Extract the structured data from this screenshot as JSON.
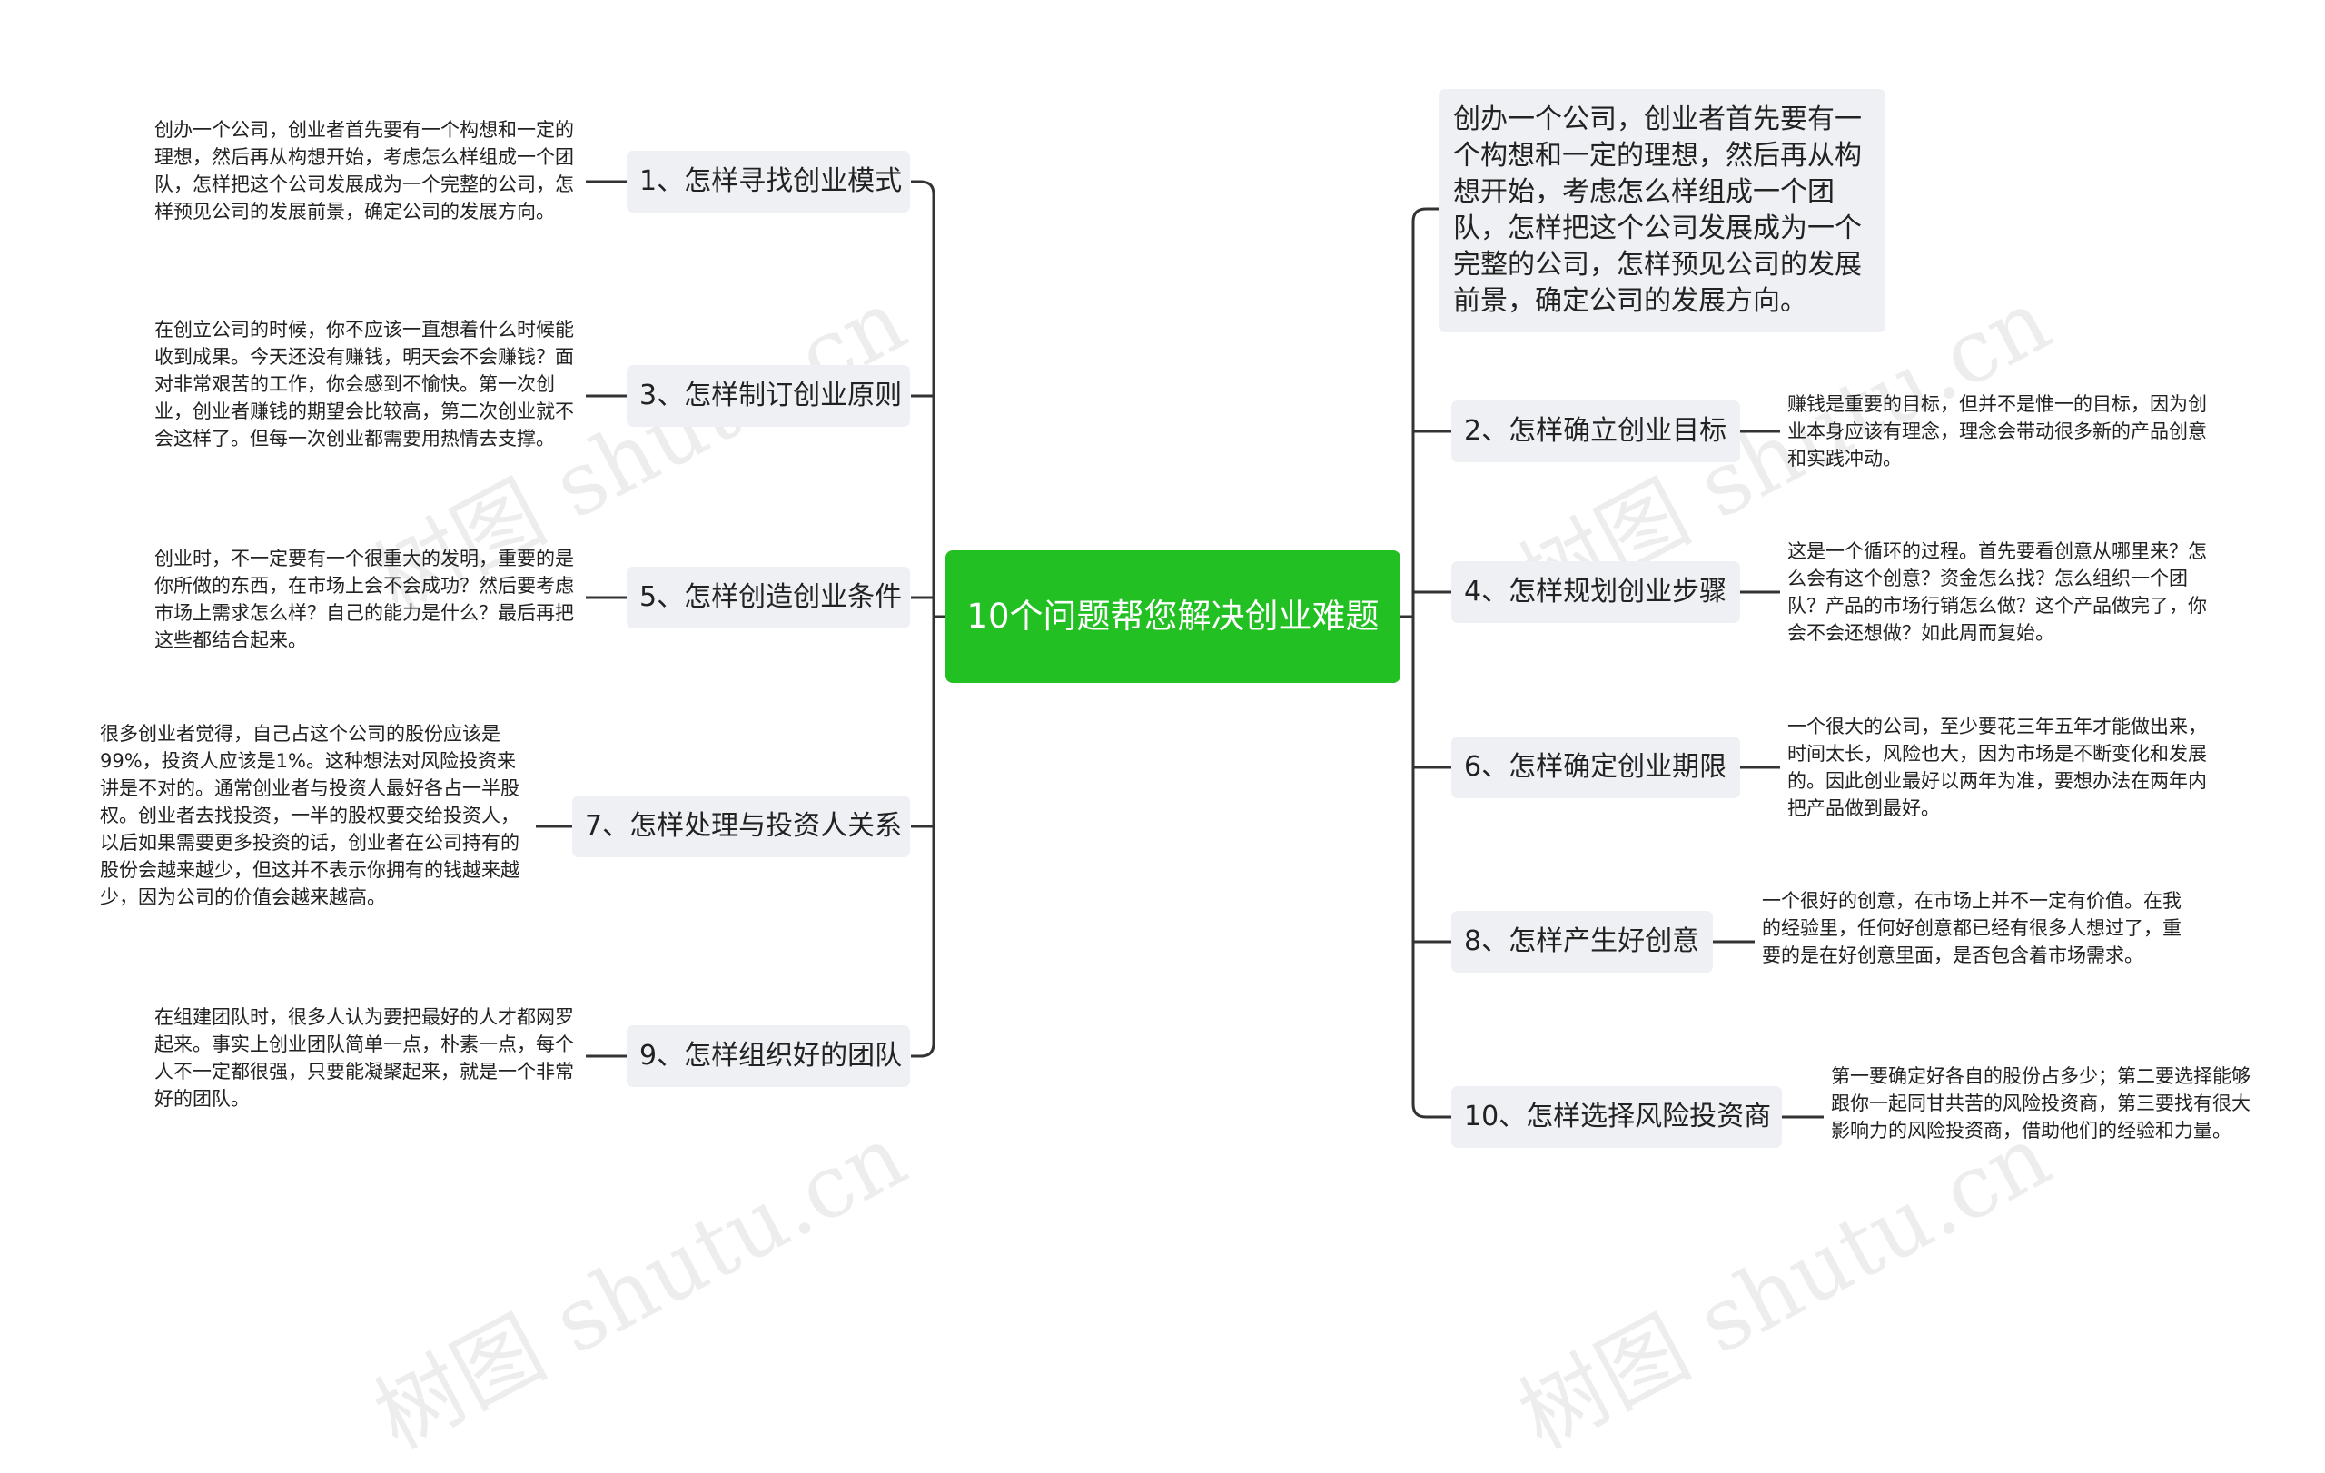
{
  "root": {
    "title": "10个问题帮您解决创业难题"
  },
  "watermark": "树图 shutu.cn",
  "left_topics": [
    {
      "label": "1、怎样寻找创业模式",
      "note": "创办一个公司，创业者首先要有一个构想和一定的理想，然后再从构想开始，考虑怎么样组成一个团队，怎样把这个公司发展成为一个完整的公司，怎样预见公司的发展前景，确定公司的发展方向。"
    },
    {
      "label": "3、怎样制订创业原则",
      "note": "在创立公司的时候，你不应该一直想着什么时候能收到成果。今天还没有赚钱，明天会不会赚钱？面对非常艰苦的工作，你会感到不愉快。第一次创业，创业者赚钱的期望会比较高，第二次创业就不会这样了。但每一次创业都需要用热情去支撑。"
    },
    {
      "label": "5、怎样创造创业条件",
      "note": "创业时，不一定要有一个很重大的发明，重要的是你所做的东西，在市场上会不会成功？然后要考虑市场上需求怎么样？自己的能力是什么？最后再把这些都结合起来。"
    },
    {
      "label": "7、怎样处理与投资人关系",
      "note": "很多创业者觉得，自己占这个公司的股份应该是99%，投资人应该是1%。这种想法对风险投资来讲是不对的。通常创业者与投资人最好各占一半股权。创业者去找投资，一半的股权要交给投资人，以后如果需要更多投资的话，创业者在公司持有的股份会越来越少，但这并不表示你拥有的钱越来越少，因为公司的价值会越来越高。"
    },
    {
      "label": "9、怎样组织好的团队",
      "note": "在组建团队时，很多人认为要把最好的人才都网罗起来。事实上创业团队简单一点，朴素一点，每个人不一定都很强，只要能凝聚起来，就是一个非常好的团队。"
    }
  ],
  "right_big_note": "创办一个公司，创业者首先要有一个构想和一定的理想，然后再从构想开始，考虑怎么样组成一个团队，怎样把这个公司发展成为一个完整的公司，怎样预见公司的发展前景，确定公司的发展方向。",
  "right_topics": [
    {
      "label": "2、怎样确立创业目标",
      "note": "赚钱是重要的目标，但并不是惟一的目标，因为创业本身应该有理念，理念会带动很多新的产品创意和实践冲动。"
    },
    {
      "label": "4、怎样规划创业步骤",
      "note": "这是一个循环的过程。首先要看创意从哪里来？怎么会有这个创意？资金怎么找？怎么组织一个团队？产品的市场行销怎么做？这个产品做完了，你会不会还想做？如此周而复始。"
    },
    {
      "label": "6、怎样确定创业期限",
      "note": "一个很大的公司，至少要花三年五年才能做出来，时间太长，风险也大，因为市场是不断变化和发展的。因此创业最好以两年为准，要想办法在两年内把产品做到最好。"
    },
    {
      "label": "8、怎样产生好创意",
      "note": "一个很好的创意，在市场上并不一定有价值。在我的经验里，任何好创意都已经有很多人想过了，重要的是在好创意里面，是否包含着市场需求。"
    },
    {
      "label": "10、怎样选择风险投资商",
      "note": "第一要确定好各自的股份占多少；第二要选择能够跟你一起同甘共苦的风险投资商，第三要找有很大影响力的风险投资商，借助他们的经验和力量。"
    }
  ],
  "colors": {
    "root": "#23c023",
    "topic_bg": "#eef0f3",
    "line": "#333333"
  }
}
